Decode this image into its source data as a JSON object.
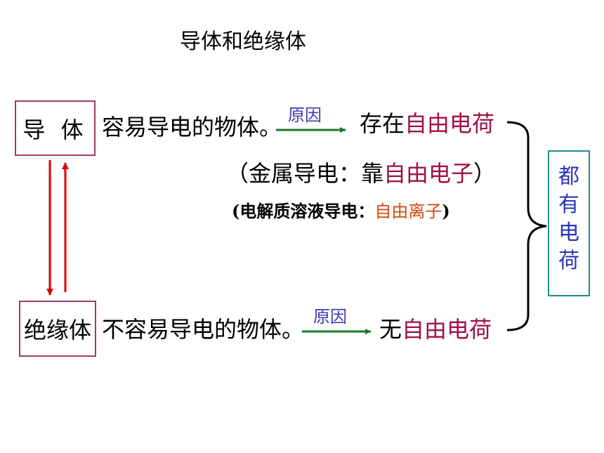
{
  "title": "导体和绝缘体",
  "conductor": {
    "label": "导 体",
    "description": "容易导电的物体。",
    "reason_label": "原因",
    "result_prefix": "存在",
    "result_highlight": "自由电荷",
    "note_metal_prefix": "（金属导电：靠",
    "note_metal_highlight": "自由电子",
    "note_metal_suffix": "）",
    "note_electrolyte_prefix": "(电解质溶液导电：",
    "note_electrolyte_highlight": "自由离子",
    "note_electrolyte_suffix": ")"
  },
  "insulator": {
    "label": "绝缘体",
    "description": "不容易导电的物体。",
    "reason_label": "原因",
    "result_prefix": "无",
    "result_highlight": "自由电荷"
  },
  "summary": {
    "text": "都有电荷",
    "chars": [
      "都",
      "有",
      "电",
      "荷"
    ]
  },
  "colors": {
    "box_border": "#a13a69",
    "highlight_red": "#a01048",
    "highlight_orange": "#d14a10",
    "reason_blue": "#3a3ab0",
    "arrow_green": "#1a7a2a",
    "vertical_arrow_red": "#e00000",
    "summary_border": "#1f8c8c",
    "summary_text": "#2a37b8"
  }
}
